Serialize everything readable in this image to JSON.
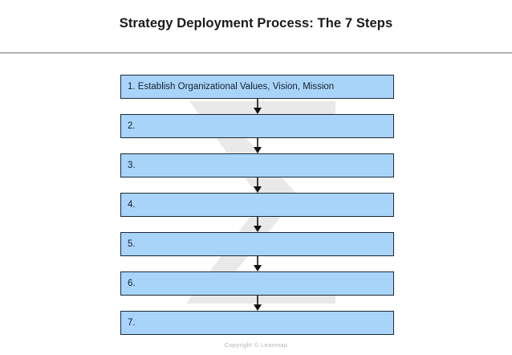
{
  "slide": {
    "title": "Strategy Deployment Process: The 7 Steps",
    "footer": "Copyright © Leanmap",
    "watermark": "sigma-watermark",
    "colors": {
      "box_fill": "#A9D4FA",
      "box_border": "#1B2A3A",
      "title_text": "#1A1A1A",
      "rule": "#9A9A9A",
      "watermark": "#E8E8E8",
      "footer_text": "#B4B4B4"
    }
  },
  "flow": {
    "arrow_icon": "arrow-down-icon",
    "steps": [
      {
        "label": "1. Establish Organizational Values, Vision, Mission"
      },
      {
        "label": "2."
      },
      {
        "label": "3."
      },
      {
        "label": "4."
      },
      {
        "label": "5."
      },
      {
        "label": "6."
      },
      {
        "label": "7."
      }
    ]
  }
}
